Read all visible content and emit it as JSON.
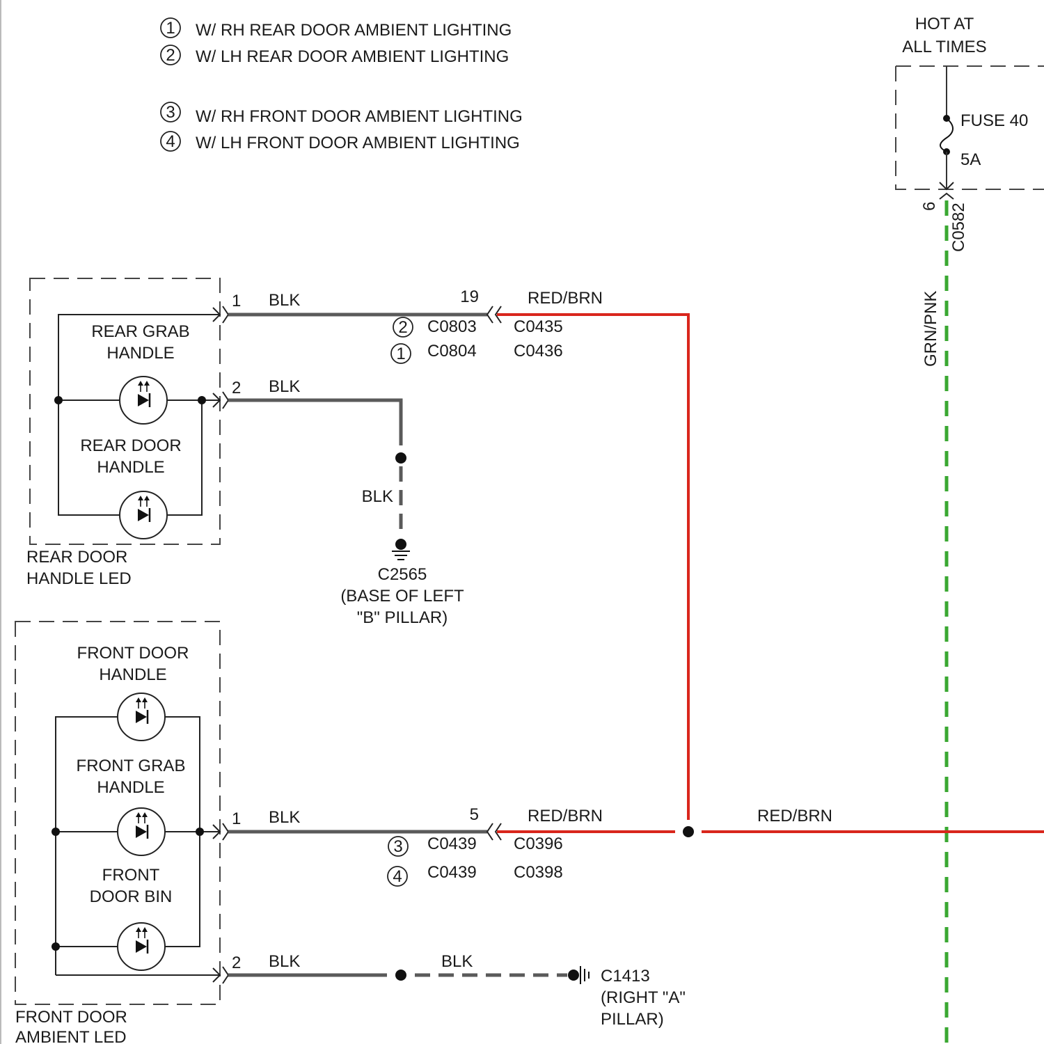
{
  "colors": {
    "wire_blk": "#5a5a5a",
    "wire_red": "#d9261c",
    "wire_green": "#3aa832",
    "outline": "#222222",
    "dash": "#444444"
  },
  "notes": [
    {
      "num": "1",
      "text": "W/ RH REAR DOOR AMBIENT LIGHTING"
    },
    {
      "num": "2",
      "text": "W/ LH REAR DOOR AMBIENT LIGHTING"
    },
    {
      "num": "3",
      "text": "W/ RH FRONT DOOR AMBIENT LIGHTING"
    },
    {
      "num": "4",
      "text": "W/ LH FRONT DOOR AMBIENT LIGHTING"
    }
  ],
  "power": {
    "title_line1": "HOT AT",
    "title_line2": "ALL TIMES",
    "fuse_name": "FUSE 40",
    "fuse_rating": "5A",
    "connector": "C0582",
    "pin": "6",
    "wire_color": "GRN/PNK"
  },
  "rear_module": {
    "caption_line1": "REAR DOOR",
    "caption_line2": "HANDLE LED",
    "grab_line1": "REAR GRAB",
    "grab_line2": "HANDLE",
    "door_line1": "REAR DOOR",
    "door_line2": "HANDLE",
    "pin1": "1",
    "pin2": "2",
    "pin1_wire": "BLK",
    "pin2_wire": "BLK",
    "inline_pin": "19",
    "inline_wire": "RED/BRN",
    "conn_rows": [
      {
        "num": "2",
        "left": "C0803",
        "right": "C0435"
      },
      {
        "num": "1",
        "left": "C0804",
        "right": "C0436"
      }
    ],
    "ground_wire": "BLK",
    "ground_name": "C2565",
    "ground_loc1": "(BASE OF LEFT",
    "ground_loc2": "\"B\" PILLAR)"
  },
  "front_module": {
    "caption_line1": "FRONT DOOR",
    "caption_line2": "AMBIENT LED",
    "handle_line1": "FRONT DOOR",
    "handle_line2": "HANDLE",
    "grab_line1": "FRONT GRAB",
    "grab_line2": "HANDLE",
    "bin_line1": "FRONT",
    "bin_line2": "DOOR BIN",
    "pin1": "1",
    "pin2": "2",
    "pin1_wire": "BLK",
    "pin2_wire": "BLK",
    "pin2_wire_b": "BLK",
    "inline_pin": "5",
    "inline_wire": "RED/BRN",
    "conn_rows": [
      {
        "num": "3",
        "left": "C0439",
        "right": "C0396"
      },
      {
        "num": "4",
        "left": "C0439",
        "right": "C0398"
      }
    ],
    "main_wire": "RED/BRN",
    "ground_name": "C1413",
    "ground_loc1": "(RIGHT \"A\"",
    "ground_loc2": "PILLAR)"
  }
}
